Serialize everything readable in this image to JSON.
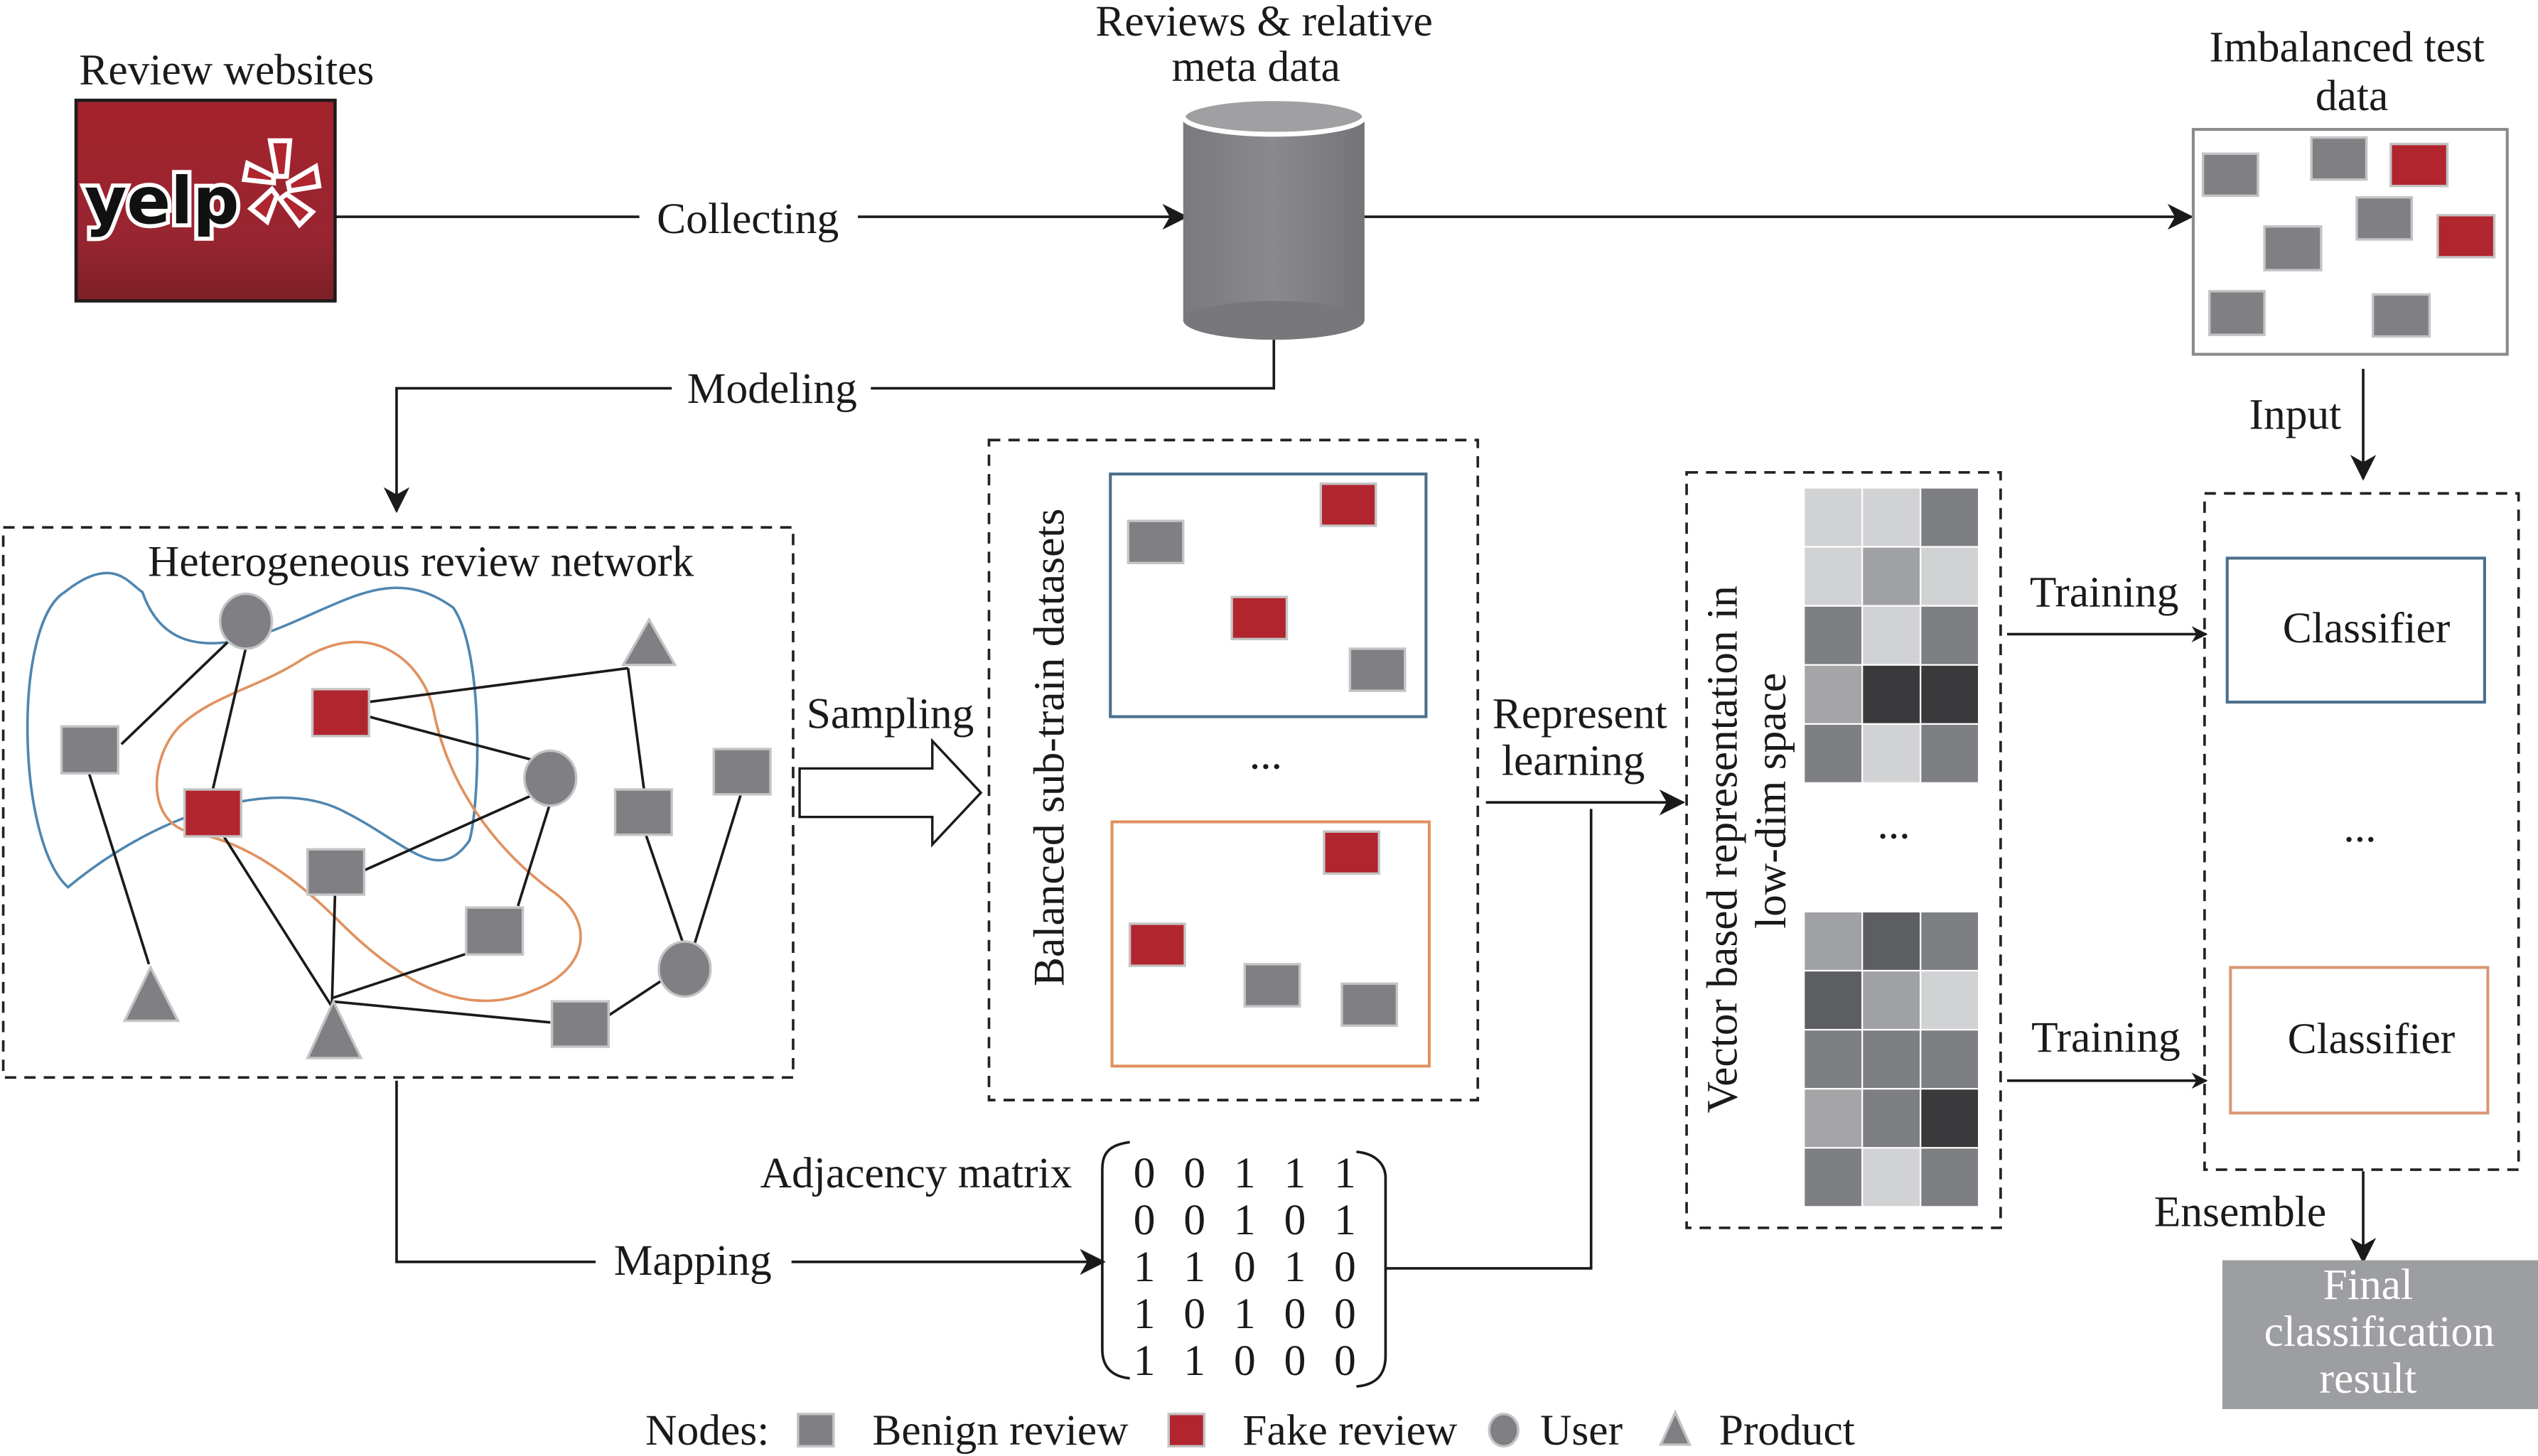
{
  "title_nodes": {
    "review_websites": "Review websites",
    "yelp_logo": "yelp",
    "reviews_db_line1": "Reviews & relative",
    "reviews_db_line2": "meta data",
    "test_data_line1": "Imbalanced test",
    "test_data_line2": "data"
  },
  "edges": {
    "collecting": "Collecting",
    "modeling": "Modeling",
    "input": "Input",
    "sampling": "Sampling",
    "represent_line1": "Represent",
    "represent_line2": "learning",
    "training_1": "Training",
    "training_2": "Training",
    "mapping": "Mapping",
    "ensemble": "Ensemble"
  },
  "network": {
    "title": "Heterogeneous review network"
  },
  "subtrain": {
    "title": "Balanced sub-train datasets",
    "ellipsis": "..."
  },
  "adjacency": {
    "label": "Adjacency matrix",
    "rows": [
      [
        "0",
        "0",
        "1",
        "1",
        "1"
      ],
      [
        "0",
        "0",
        "1",
        "0",
        "1"
      ],
      [
        "1",
        "1",
        "0",
        "1",
        "0"
      ],
      [
        "1",
        "0",
        "1",
        "0",
        "0"
      ],
      [
        "1",
        "1",
        "0",
        "0",
        "0"
      ]
    ]
  },
  "vectors": {
    "title_line1": "Vector based representation in",
    "title_line2": "low-dim  space",
    "ellipsis": "...",
    "matrix_top": [
      [
        "#d1d2d4",
        "#d1d2d4",
        "#7e7f83"
      ],
      [
        "#d1d2d4",
        "#a0a1a4",
        "#d1d2d4"
      ],
      [
        "#7e7f83",
        "#d1d2d4",
        "#7e7f83"
      ],
      [
        "#a5a5a8",
        "#3a393b",
        "#3a393b"
      ],
      [
        "#7e7f83",
        "#d1d2d4",
        "#7e7f83"
      ]
    ],
    "matrix_bottom": [
      [
        "#a0a1a4",
        "#5d5e61",
        "#7e7f83"
      ],
      [
        "#5d5e61",
        "#a0a1a4",
        "#d1d2d4"
      ],
      [
        "#7e7f83",
        "#7e7f83",
        "#7e7f83"
      ],
      [
        "#a5a5a8",
        "#7e7f83",
        "#3a393b"
      ],
      [
        "#7e7f83",
        "#d1d2d4",
        "#7e7f83"
      ]
    ]
  },
  "classifiers": {
    "classifier_1": "Classifier",
    "classifier_2": "Classifier",
    "ellipsis": "..."
  },
  "final": {
    "line1": "Final",
    "line2": "classification",
    "line3": "result"
  },
  "legend": {
    "prefix": "Nodes:",
    "benign": "Benign review",
    "fake": "Fake review",
    "user": "User",
    "product": "Product"
  },
  "colors": {
    "benign": "#808084",
    "fake": "#b1252f",
    "blue_group": "#4f86b0",
    "orange_group": "#e0915f",
    "final_box": "#9d9ea1",
    "yelp_red": "#a3232c"
  }
}
